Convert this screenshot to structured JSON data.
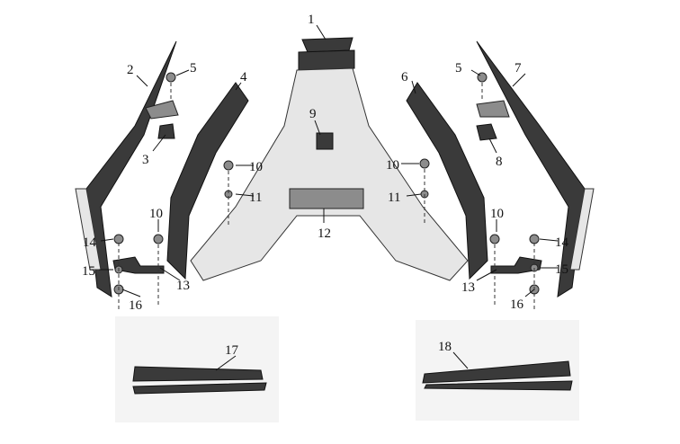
{
  "diagram": {
    "callouts": [
      {
        "id": "c1",
        "text": "1"
      },
      {
        "id": "c2",
        "text": "2"
      },
      {
        "id": "c3",
        "text": "3"
      },
      {
        "id": "c4",
        "text": "4"
      },
      {
        "id": "c5a",
        "text": "5"
      },
      {
        "id": "c5b",
        "text": "5"
      },
      {
        "id": "c6",
        "text": "6"
      },
      {
        "id": "c7",
        "text": "7"
      },
      {
        "id": "c8",
        "text": "8"
      },
      {
        "id": "c9",
        "text": "9"
      },
      {
        "id": "c10a",
        "text": "10"
      },
      {
        "id": "c10b",
        "text": "10"
      },
      {
        "id": "c10c",
        "text": "10"
      },
      {
        "id": "c10d",
        "text": "10"
      },
      {
        "id": "c11a",
        "text": "11"
      },
      {
        "id": "c11b",
        "text": "11"
      },
      {
        "id": "c12",
        "text": "12"
      },
      {
        "id": "c13a",
        "text": "13"
      },
      {
        "id": "c13b",
        "text": "13"
      },
      {
        "id": "c14a",
        "text": "14"
      },
      {
        "id": "c14b",
        "text": "14"
      },
      {
        "id": "c15a",
        "text": "15"
      },
      {
        "id": "c15b",
        "text": "15"
      },
      {
        "id": "c16a",
        "text": "16"
      },
      {
        "id": "c16b",
        "text": "16"
      },
      {
        "id": "c17",
        "text": "17"
      },
      {
        "id": "c18",
        "text": "18"
      }
    ]
  }
}
